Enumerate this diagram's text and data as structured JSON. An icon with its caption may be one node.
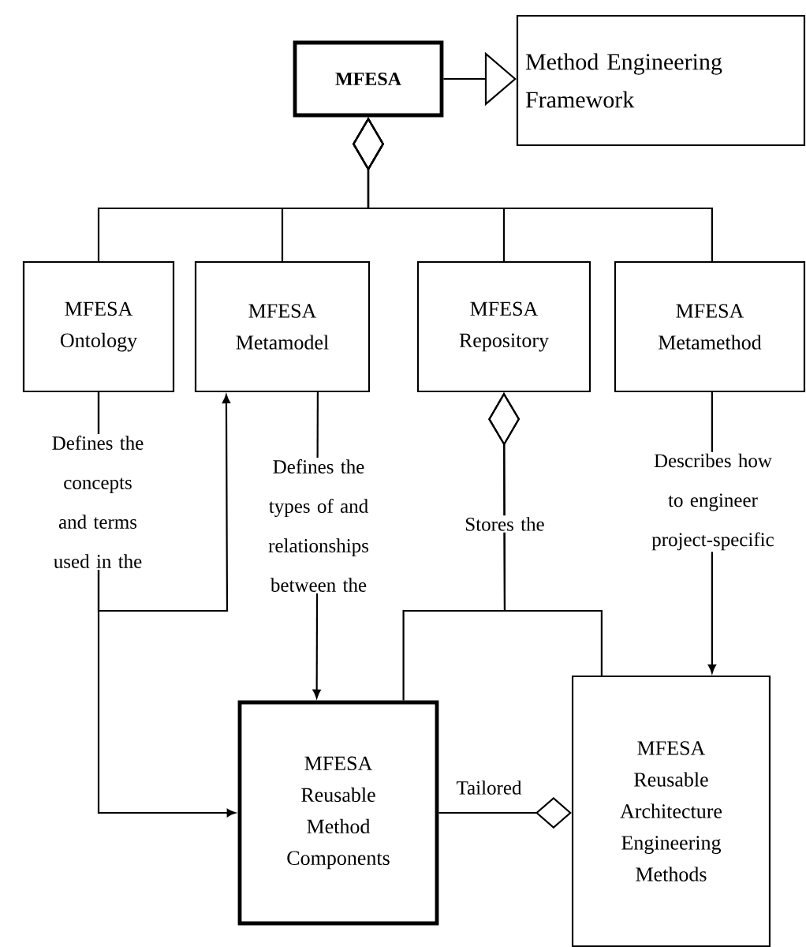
{
  "diagram": {
    "nodes": [
      {
        "text": [
          "MFESA"
        ]
      },
      {
        "text": [
          "Method Engineering Framework"
        ]
      },
      {
        "text": [
          "MFESA Ontology"
        ]
      },
      {
        "text": [
          "MFESA Metamodel"
        ]
      },
      {
        "text": [
          "MFESA Repository"
        ]
      },
      {
        "text": [
          "MFESA Metamethod"
        ]
      },
      {
        "text": [
          "MFESA Reusable Method Components"
        ]
      },
      {
        "text": [
          "MFESA Reusable Architecture Engineering Methods"
        ]
      }
    ],
    "edges": [
      {
        "from": 0,
        "to": 1,
        "arrow": "to"
      },
      {
        "from": 2,
        "to": 0,
        "arrow": "other"
      },
      {
        "from": 3,
        "to": 0,
        "arrow": "other"
      },
      {
        "from": 4,
        "to": 0,
        "arrow": "other"
      },
      {
        "from": 5,
        "to": 0,
        "arrow": "other"
      },
      {
        "from": 2,
        "to": 6,
        "arrow": "to",
        "label": "Defines the concepts and terms used in the"
      },
      {
        "from": 2,
        "to": 3,
        "arrow": "to"
      },
      {
        "from": 3,
        "to": 6,
        "arrow": "to",
        "label": "Defines the types of and relationships between the"
      },
      {
        "from": 6,
        "to": 4,
        "arrow": "other",
        "label": "Stores the"
      },
      {
        "from": 7,
        "to": 4,
        "arrow": "other"
      },
      {
        "from": 5,
        "to": 7,
        "arrow": "to",
        "label": "Describes how to engineer project-specific"
      },
      {
        "from": 6,
        "to": 7,
        "arrow": "other",
        "label": "Tailored"
      }
    ]
  }
}
